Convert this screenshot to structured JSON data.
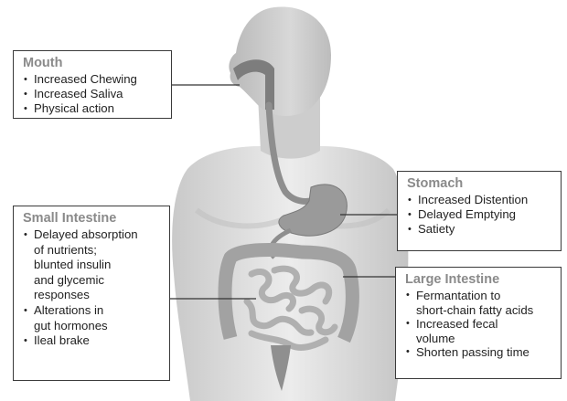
{
  "boxes": {
    "mouth": {
      "title": "Mouth",
      "items": [
        "Increased Chewing",
        "Increased Saliva",
        "Physical action"
      ]
    },
    "stomach": {
      "title": "Stomach",
      "items": [
        "Increased Distention",
        "Delayed Emptying",
        "Satiety"
      ]
    },
    "small_intestine": {
      "title": "Small Intestine",
      "items": [
        "Delayed absorption\nof nutrients;\nblunted insulin\nand glycemic\nresponses",
        "Alterations in\ngut hormones",
        "Ileal brake"
      ]
    },
    "large_intestine": {
      "title": "Large Intestine",
      "items": [
        "Fermantation to\nshort-chain fatty acids",
        "Increased fecal\nvolume",
        "Shorten passing time"
      ]
    }
  },
  "colors": {
    "box_title": "#8a8a8a",
    "border": "#3a3a3a",
    "body_light": "#e4e4e4",
    "body_mid": "#c6c6c6",
    "organ": "#9c9c9c"
  }
}
